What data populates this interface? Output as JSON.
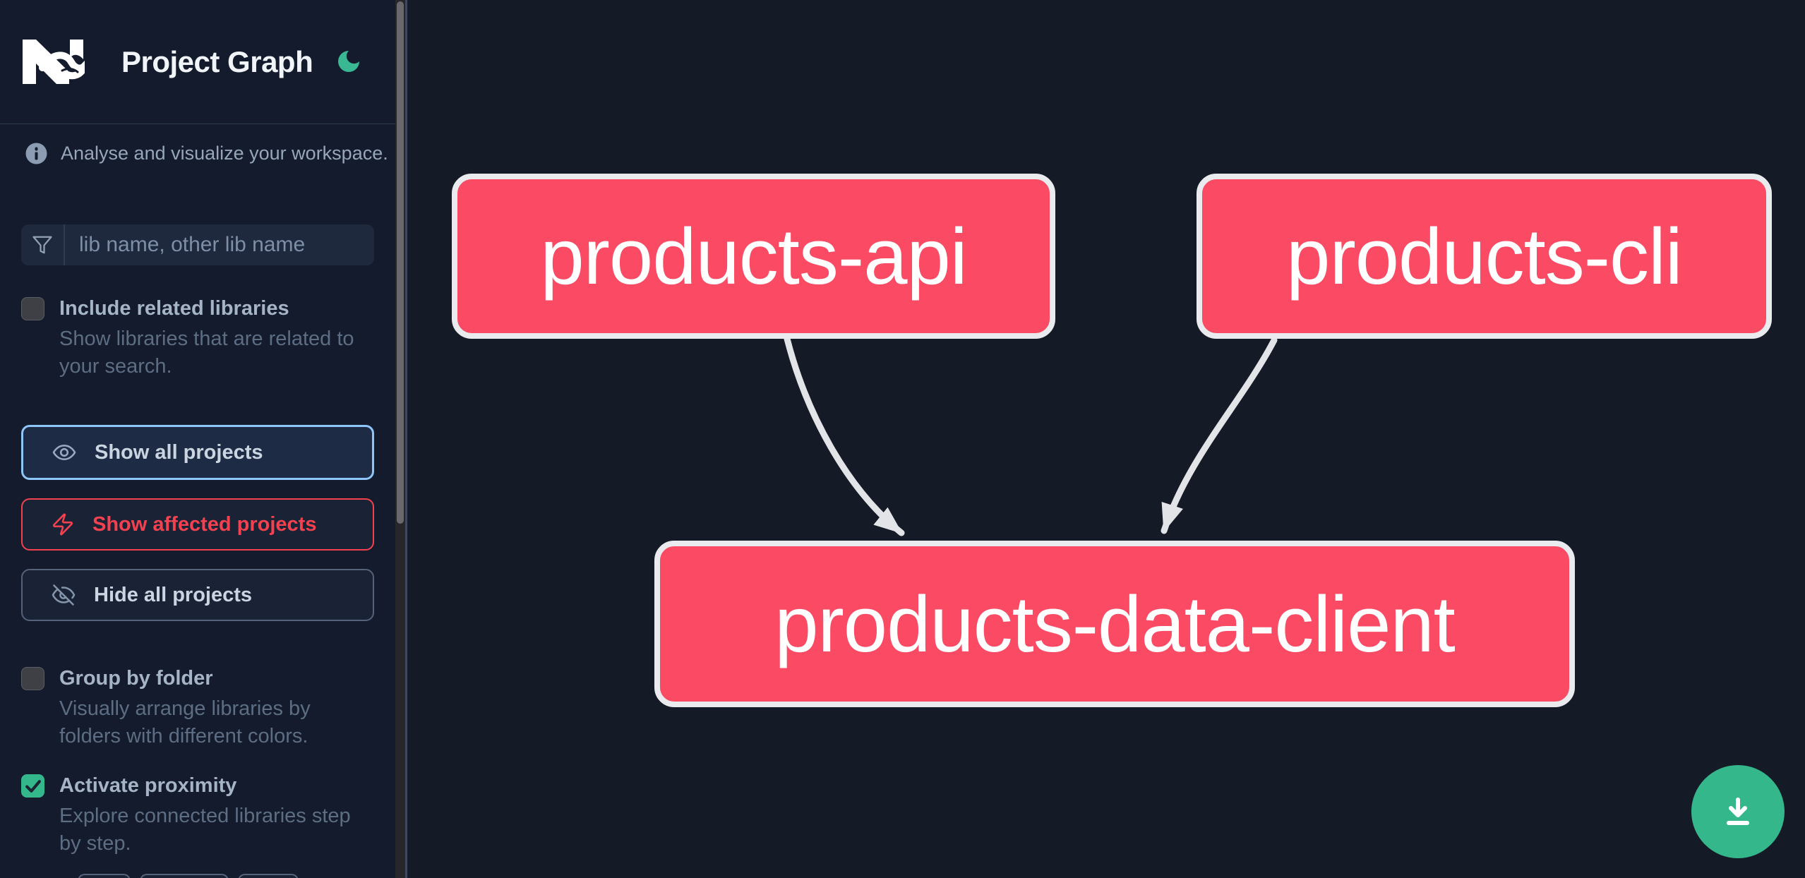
{
  "header": {
    "title": "Project Graph"
  },
  "sidebar": {
    "tagline": "Analyse and visualize your workspace.",
    "search_placeholder": "lib name, other lib name",
    "search_value": "",
    "include_related": {
      "label": "Include related libraries",
      "desc": "Show libraries that are related to your search.",
      "checked": false
    },
    "actions": {
      "show_all": "Show all projects",
      "show_affected": "Show affected projects",
      "hide_all": "Hide all projects"
    },
    "group_by_folder": {
      "label": "Group by folder",
      "desc": "Visually arrange libraries by folders with different colors.",
      "checked": false
    },
    "proximity": {
      "label": "Activate proximity",
      "desc": "Explore connected libraries step by step.",
      "checked": true
    }
  },
  "graph": {
    "nodes": [
      {
        "id": "products-api",
        "label": "products-api"
      },
      {
        "id": "products-cli",
        "label": "products-cli"
      },
      {
        "id": "products-data-client",
        "label": "products-data-client"
      }
    ],
    "edges": [
      {
        "source": "products-api",
        "target": "products-data-client"
      },
      {
        "source": "products-cli",
        "target": "products-data-client"
      }
    ]
  },
  "colors": {
    "node_fill": "#fa4a64",
    "node_border": "#e9ebee",
    "edge": "#e2e4e7",
    "accent_green": "#34b88b",
    "affected_red": "#f4414f",
    "focus_blue": "#8ec6f9"
  }
}
